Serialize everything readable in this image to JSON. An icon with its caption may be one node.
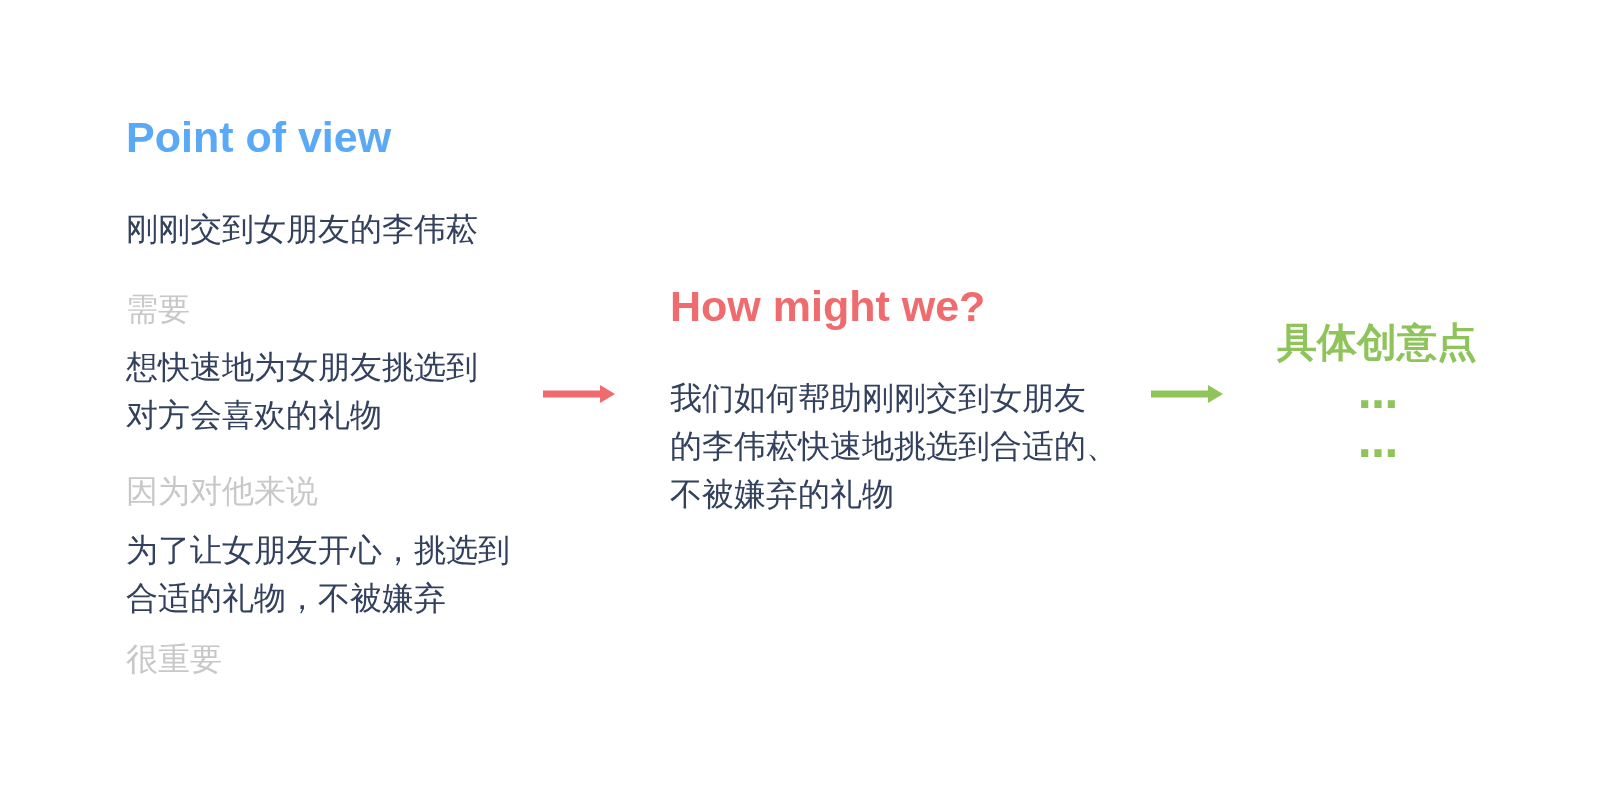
{
  "diagram": {
    "nodes": [
      {
        "text": [
          "Point of view",
          "刚刚交到女朋友的李伟菘",
          "需要",
          "想快速地为女朋友挑选到对方会喜欢的礼物",
          "因为对他来说",
          "为了让女朋友开心，挑选到合适的礼物，不被嫌弃",
          "很重要"
        ]
      },
      {
        "text": [
          "How might we?",
          "我们如何帮助刚刚交到女朋友的李伟菘快速地挑选到合适的、不被嫌弃的礼物"
        ]
      },
      {
        "text": [
          "具体创意点",
          "…",
          "…"
        ]
      }
    ],
    "edges": [
      {
        "from": 0,
        "to": 1,
        "arrow": "to",
        "color": "#ef6b6e"
      },
      {
        "from": 1,
        "to": 2,
        "arrow": "to",
        "color": "#8fc45a"
      }
    ]
  }
}
